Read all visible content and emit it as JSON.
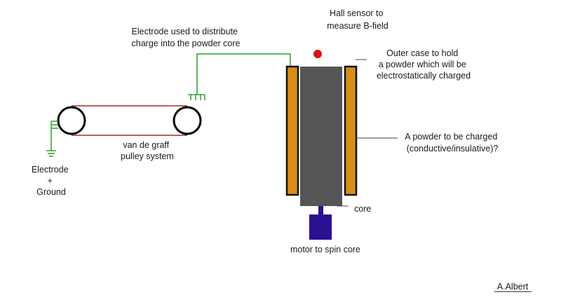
{
  "labels": {
    "hall_sensor": [
      "Hall sensor to",
      "measure B-field"
    ],
    "electrode_distribute": [
      "Electrode used to distribute",
      "charge into  the powder core"
    ],
    "outer_case": [
      "Outer case to hold",
      "a powder which will be",
      "electrostatically charged"
    ],
    "powder": [
      "A powder to be charged",
      "(conductive/insulative)?"
    ],
    "van_de_graff": [
      "van de graff",
      "pulley system"
    ],
    "electrode_ground": [
      "Electrode",
      "+",
      "Ground"
    ],
    "core": "core",
    "motor": "motor to spin core",
    "author": "A.Albert"
  },
  "colors": {
    "belt": "#a0302a",
    "wire": "#2aa02a",
    "core": "#555555",
    "case_fill": "#d98e1a",
    "case_stroke": "#111111",
    "sensor": "#e01010",
    "motor": "#2a1090",
    "leader": "#444444"
  }
}
